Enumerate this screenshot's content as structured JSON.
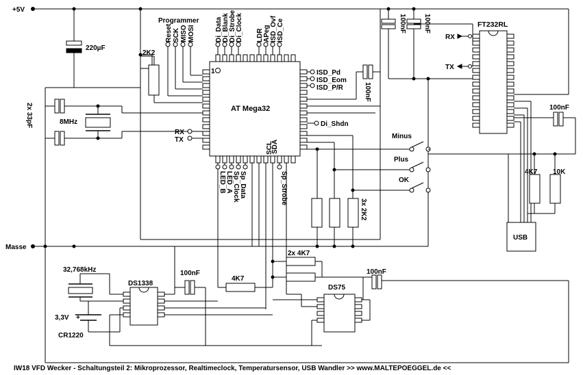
{
  "labels": {
    "supply": "+5V",
    "ground": "Masse",
    "cap_220": "220µF",
    "res_2k2_reset": "2K2",
    "programmer": "Programmer",
    "prog_reset": "Reset",
    "prog_sck": "SCK",
    "prog_miso": "MISO",
    "prog_mosi": "MOSI",
    "cap_2x33": "2x 33pF",
    "crystal_8mhz": "8MHz",
    "mcu_rx": "RX",
    "mcu_tx": "TX",
    "mcu_name": "AT Mega32",
    "pin1_marker": "1",
    "di_data": "Di_Data",
    "di_blank": "Di_Blank",
    "di_strobe": "Di_Strobe",
    "di_clock": "Di_Clock",
    "ldr": "LDR",
    "apeg": "APeg",
    "isd_ovf": "ISD_Ovf",
    "isd_ce": "ISD_Ce",
    "isd_pd": "ISD_Pd",
    "isd_eom": "ISD_Eom",
    "isd_pr": "ISD_P/R",
    "cap_100nf_mcu": "100nF",
    "di_shdn": "Di_Shdn",
    "scl": "SCL",
    "sda": "SDA",
    "led_b": "LED_B",
    "led_a": "LED_A",
    "sp_clock": "Sp_Clock",
    "sp_data": "Sp_Data",
    "sp_strobe": "Sp_Strobe",
    "cap_100nf_a": "100nF",
    "cap_100nf_b": "100nF",
    "ft_name": "FT232RL",
    "ft_rx": "RX",
    "ft_tx": "TX",
    "cap_100nf_ft": "100nF",
    "btn_minus": "Minus",
    "btn_plus": "Plus",
    "btn_ok": "OK",
    "res_3x2k2": "3x 2K2",
    "res_4k7_usb": "4K7",
    "res_10k": "10K",
    "usb": "USB",
    "res_2x4k7": "2x 4K7",
    "res_4k7": "4K7",
    "xtal_32k": "32,768kHz",
    "rtc_name": "DS1338",
    "cap_100nf_rtc": "100nF",
    "batt_voltage": "3,3V",
    "batt_plus": "+",
    "batt_name": "CR1220",
    "temp_name": "DS75",
    "cap_100nf_temp": "100nF",
    "footer": "IW18 VFD Wecker - Schaltungsteil 2: Mikroprozessor, Realtimeclock, Temperatursensor, USB Wandler  >> www.MALTEPOEGGEL.de <<"
  }
}
